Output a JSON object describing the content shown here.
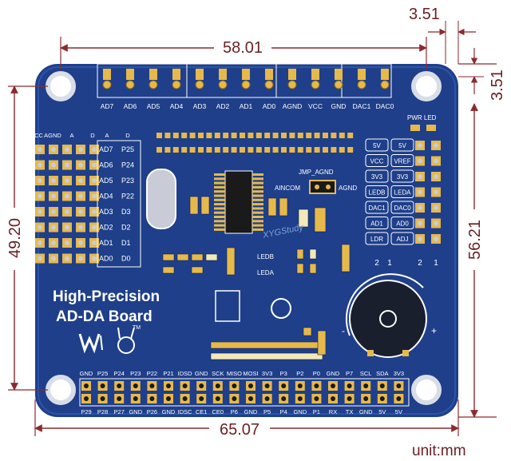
{
  "dimensions": {
    "top_width": "58.01",
    "bottom_width": "65.07",
    "left_height": "49.20",
    "right_height": "56.21",
    "corner_horizontal": "3.51",
    "corner_vertical": "3.51",
    "unit_label": "unit:mm"
  },
  "board": {
    "title_line1": "High-Precision",
    "title_line2": "AD-DA Board",
    "watermark": "XYGStudy",
    "trademark": "TM",
    "top_header_labels": [
      "AD7",
      "AD6",
      "AD5",
      "AD4",
      "AD3",
      "AD2",
      "AD1",
      "AD0",
      "AGND",
      "VCC",
      "GND",
      "DAC1",
      "DAC0"
    ],
    "pwr_led_label": "PWR LED",
    "left_header_top_labels": [
      "VCC",
      "AGND",
      "A",
      "D",
      "A",
      "D"
    ],
    "left_ad_labels": [
      "AD7",
      "AD6",
      "AD5",
      "AD4",
      "AD3",
      "AD2",
      "AD1",
      "AD0"
    ],
    "left_p_labels": [
      "P25",
      "P24",
      "P23",
      "P22",
      "D3",
      "D2",
      "D1",
      "D0"
    ],
    "jumper_title": "JMP_AGND",
    "jumper_left": "AINCOM",
    "jumper_right": "AGND",
    "led_labels": [
      "LEDB",
      "LEDA"
    ],
    "right_jumper_left": [
      "5V",
      "VCC",
      "3V3",
      "LEDB",
      "DAC1",
      "AD1",
      "LDR"
    ],
    "right_jumper_right": [
      "5V",
      "VREF",
      "3V3",
      "LEDA",
      "DAC0",
      "AD0",
      "ADJ"
    ],
    "right_jumper_numbers": [
      "2",
      "1",
      "2",
      "1"
    ],
    "bottom_top_labels": [
      "GND",
      "P25",
      "P24",
      "P23",
      "P22",
      "P21",
      "IDSD",
      "GND",
      "SCK",
      "MISO",
      "MOSI",
      "3V3",
      "P3",
      "P2",
      "P0",
      "GND",
      "P7",
      "SCL",
      "SDA",
      "3V3"
    ],
    "bottom_bottom_labels": [
      "P29",
      "P28",
      "P27",
      "GND",
      "P26",
      "GND",
      "IDSC",
      "CE1",
      "CE0",
      "P6",
      "GND",
      "P5",
      "P4",
      "GND",
      "P1",
      "RX",
      "TX",
      "GND",
      "5V",
      "5V"
    ],
    "pot_minus": "-",
    "pot_plus": "+"
  },
  "colors": {
    "board": "#1f3f8a",
    "board_dark": "#16306e",
    "pad_gold": "#e6b94a",
    "dimension": "#8b2a2e",
    "silkscreen": "#ffffff"
  }
}
